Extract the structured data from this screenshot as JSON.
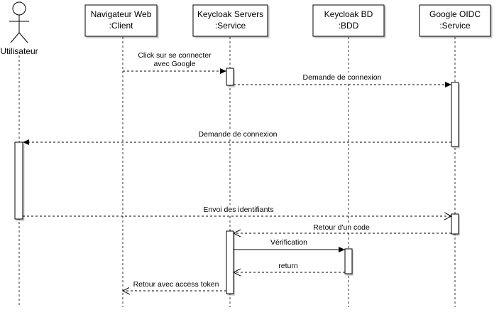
{
  "participants": {
    "actor": {
      "label": "Utilisateur"
    },
    "client": {
      "line1": "Navigateur Web",
      "line2": ":Client"
    },
    "keycloak": {
      "line1": "Keycloak Servers",
      "line2": ":Service"
    },
    "bdd": {
      "line1": "Keycloak BD",
      "line2": ":BDD"
    },
    "google": {
      "line1": "Google OIDC",
      "line2": ":Service"
    }
  },
  "messages": {
    "m1": {
      "line1": "Click sur se connecter",
      "line2": "avec Google"
    },
    "m2": {
      "text": "Demande de connexion"
    },
    "m3": {
      "text": "Demande de connexion"
    },
    "m4": {
      "text": "Envoi des identifiants"
    },
    "m5": {
      "text": "Retour d'un code"
    },
    "m6": {
      "text": "Vérification"
    },
    "m7": {
      "text": "return"
    },
    "m8": {
      "text": "Retour avec access token"
    }
  }
}
